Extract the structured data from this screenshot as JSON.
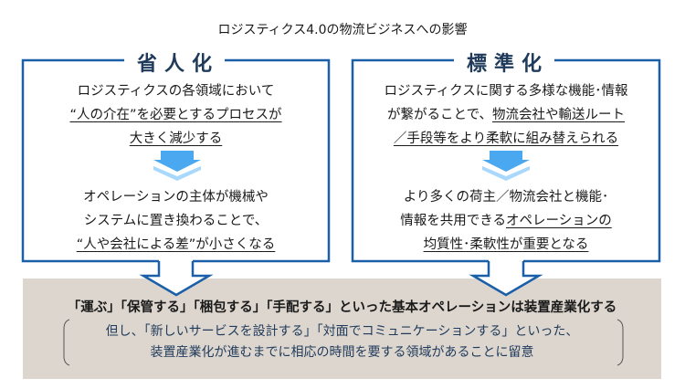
{
  "title": "ロジスティクス4.0の物流ビジネスへの影響",
  "colors": {
    "frame": "#1a5fa8",
    "heading": "#1f3a5a",
    "footer_bg": "#ddd6cf"
  },
  "left": {
    "heading": "省人化",
    "top": {
      "line1": "ロジスティクスの各領域において",
      "line2": "“人の介在”を必要とするプロセスが",
      "line3": "大きく減少する"
    },
    "bottom": {
      "line1": "オペレーションの主体が機械や",
      "line2": "システムに置き換わることで、",
      "line3": "“人や会社による差”が小さくなる"
    }
  },
  "right": {
    "heading": "標準化",
    "top": {
      "line1": "ロジスティクスに関する多様な機能･情報",
      "line2a": "が繋がることで、",
      "line2b": "物流会社や輸送ルート",
      "line3": "／手段等をより柔軟に組み替えられる"
    },
    "bottom": {
      "line1": "より多くの荷主／物流会社と機能･",
      "line2a": "情報を共用できる",
      "line2b": "オペレーションの",
      "line3": "均質性･柔軟性が重要となる"
    }
  },
  "footer": {
    "main": "「運ぶ」「保管する」「梱包する」「手配する」といった基本オペレーションは装置産業化する",
    "note1": "但し、「新しいサービスを設計する」「対面でコミュニケーションする」といった、",
    "note2": "装置産業化が進むまでに相応の時間を要する領域があることに留意"
  }
}
